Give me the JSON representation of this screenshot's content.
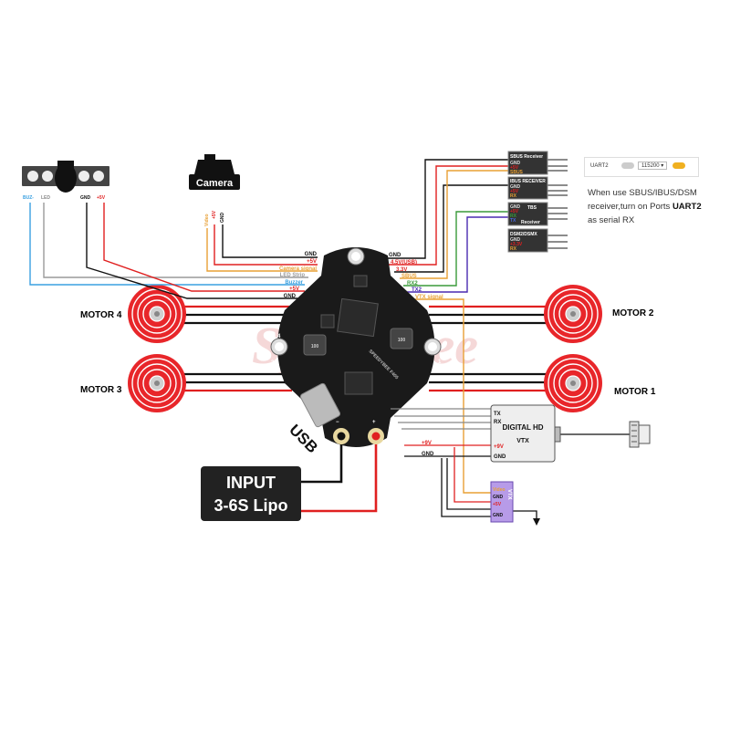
{
  "watermark": "Speedybee",
  "fc": {
    "brand": "SPEEDYBEE F405",
    "silk_1": "1",
    "silk_2": "2",
    "silk_3": "3",
    "silk_4": "4",
    "inductor_a": "100",
    "inductor_b": "100"
  },
  "motors": {
    "m1": "MOTOR 1",
    "m2": "MOTOR 2",
    "m3": "MOTOR 3",
    "m4": "MOTOR 4"
  },
  "usb_label": "USB",
  "battery": {
    "line1": "INPUT",
    "line2": "3-6S Lipo",
    "plus": "+",
    "minus": "−"
  },
  "led_buzzer": {
    "buz": "BUZ-",
    "led": "LED",
    "gnd": "GND",
    "v5": "+5V"
  },
  "camera": {
    "label": "Camera",
    "signal": "Video",
    "v5": "+5V",
    "gnd": "GND"
  },
  "left_pins": [
    "GND",
    "+5V",
    "Camera signal",
    "LED Strip",
    "Buzzer",
    "+5V",
    "GND"
  ],
  "right_pins": [
    "GND",
    "4.5V(USB)",
    "3.3V",
    "SBUS",
    "RX2",
    "TX2",
    "VTX signal"
  ],
  "receivers": {
    "sbus": {
      "title": "SBUS Receiver",
      "p1": "GND",
      "p2": "+5V",
      "p3": "SBUS"
    },
    "ibus": {
      "title": "IBUS RECEIVER",
      "p1": "GND",
      "p2": "+5V",
      "p3": "RX"
    },
    "tbs": {
      "title": "TBS",
      "p1": "GND",
      "p2": "+5V",
      "p3": "RX",
      "p4": "TX",
      "title2": "Receiver"
    },
    "dsm": {
      "title": "DSM2/DSMX",
      "p1": "GND",
      "p2": "+3.3V",
      "p3": "RX"
    }
  },
  "uart_box": {
    "name": "UART2",
    "baud": "115200 ▾"
  },
  "note": {
    "line1": "When use SBUS/IBUS/DSM",
    "line2a": "receiver,turn on Ports ",
    "line2b": "UART2",
    "line3": "as serial RX"
  },
  "digital_vtx": {
    "tx": "TX",
    "rx": "RX",
    "title": "DIGITAL HD",
    "sub": "VTX",
    "v9": "+9V",
    "gnd": "GND"
  },
  "analog_vtx": {
    "label": "VTX",
    "p1": "Video",
    "p2": "GND",
    "p3": "+5V",
    "p4": "GND"
  },
  "dvtx_wires": {
    "v9": "+9V",
    "gnd": "GND"
  },
  "colors": {
    "red": "#e02020",
    "black": "#111111",
    "orange": "#e8a035",
    "grey": "#9a9a9a",
    "blue": "#3aa0e0",
    "green": "#3a9a3a",
    "purple": "#4a2ab0",
    "board": "#1a1a1a"
  }
}
